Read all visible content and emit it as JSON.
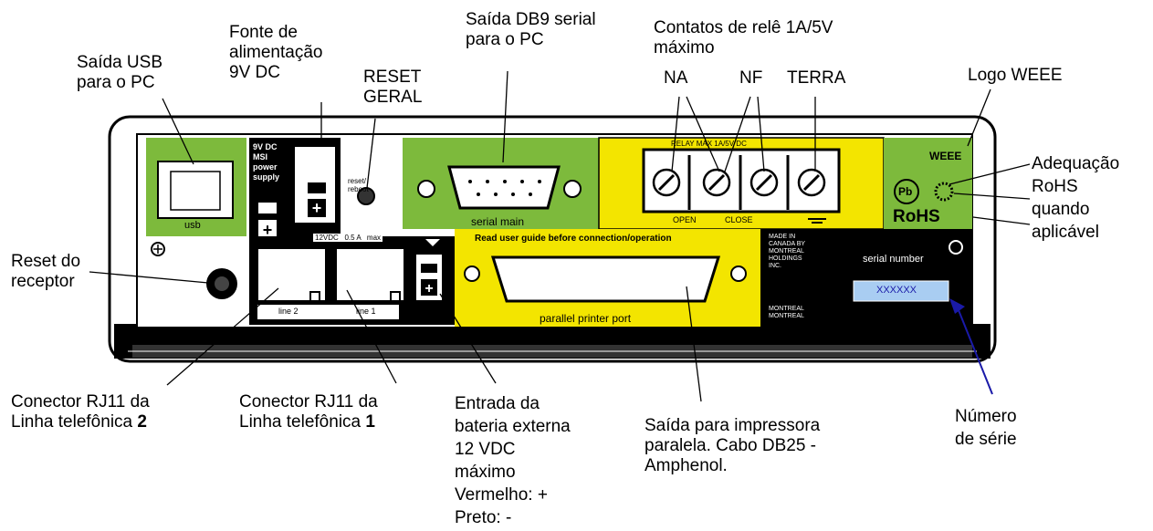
{
  "callouts": {
    "usb": "Saída USB\npara o PC",
    "power": "Fonte de\nalimentação\n9V DC",
    "reset_geral": "RESET\nGERAL",
    "db9": "Saída DB9 serial\npara o PC",
    "relay": "Contatos de relê 1A/5V\nmáximo",
    "na": "NA",
    "nf": "NF",
    "terra": "TERRA",
    "weee": "Logo WEEE",
    "rohs": "Adequação\nRoHS\nquando\naplicável",
    "reset_receptor": "Reset do\nreceptor",
    "rj11_2_text": "Conector RJ11 da\nLinha telefônica ",
    "rj11_2_num": "2",
    "rj11_1_text": "Conector RJ11 da\nLinha telefônica ",
    "rj11_1_num": "1",
    "battery": "Entrada da\nbateria externa\n12 VDC\nmáximo\nVermelho: +\nPreto: -",
    "parallel": "Saída para impressora\nparalela. Cabo DB25 -\nAmphenol.",
    "serial_no": "Número\nde série"
  },
  "panel": {
    "usb": "usb",
    "power_text": "9V DC\nMSI\npower\nsupply",
    "reset_small": "reset/\nreboot",
    "serial_main": "serial main",
    "relay_top": "RELAY MAX 1A/5V DC",
    "open": "OPEN",
    "close": "CLOSE",
    "v12": "12VDC   0.5 A   max",
    "warning": "Read user guide before connection/operation",
    "parallel_port": "parallel printer port",
    "line2": "line 2",
    "line1": "line 1",
    "made_in": "MADE IN\nCANADA BY\nMONTREAL\nHOLDINGS\nINC.",
    "montreal": "MONTREAL\nMONTREAL",
    "serial_number": "serial number",
    "serial_value": "XXXXXX",
    "weee": "WEEE",
    "pb": "Pb",
    "rohs": "RoHS"
  },
  "colors": {
    "green": "#7dba3c",
    "yellow": "#f3e500",
    "serial_box": "#a9cdf2",
    "arrow": "#1a1aa8"
  }
}
